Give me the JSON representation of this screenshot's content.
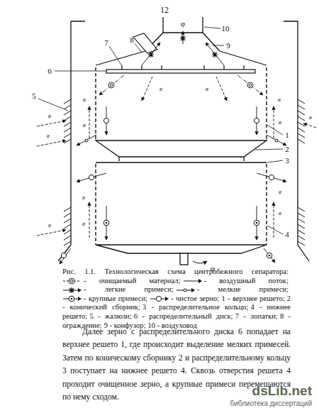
{
  "diagram": {
    "caption": "Рис. 1.1. Технологическая схема центробежного сепаратора:",
    "labels": [
      "12",
      "10",
      "7",
      "8",
      "9",
      "6",
      "5",
      "φ",
      "1",
      "2",
      "3",
      "4",
      "в",
      "в",
      "в",
      "в",
      "в",
      "в",
      "в",
      "в",
      "в",
      "в",
      "в",
      "в",
      "в",
      "в",
      "φ",
      "1 - верхнее решето;",
      "2 - конический сборник;",
      "3 - распределительное кольцо;",
      "4 - нижнее решето;",
      "5 - жалюзи;",
      "6 - распределительный диск;",
      "7 - лопатки;",
      "8 - ограждение;",
      "9 - конфузор;",
      "10 - воздуховод",
      "Далее зерно с распределительного диска 6 попадает на верхнее решето 1, где происходит выделение мелких примесей. Затем по коническому сборнику 2 и распределительному кольцу 3 поступает на нижнее решето 4. Сквозь отверстия решета 4 проходит очищенное зерно, а крупные примеси перемещаются по нему сходом.",
      "dsLib.net",
      "библиотека диссертаций"
    ],
    "legend": [
      {
        "text": "- очищаемый материал;"
      },
      {
        "text": "- воздушный поток;"
      },
      {
        "text": "- легкие примеси;"
      },
      {
        "text": "- мелкие примеси;"
      },
      {
        "text": "- крупные примеси;"
      },
      {
        "text": "- чистое зерно;"
      }
    ]
  }
}
